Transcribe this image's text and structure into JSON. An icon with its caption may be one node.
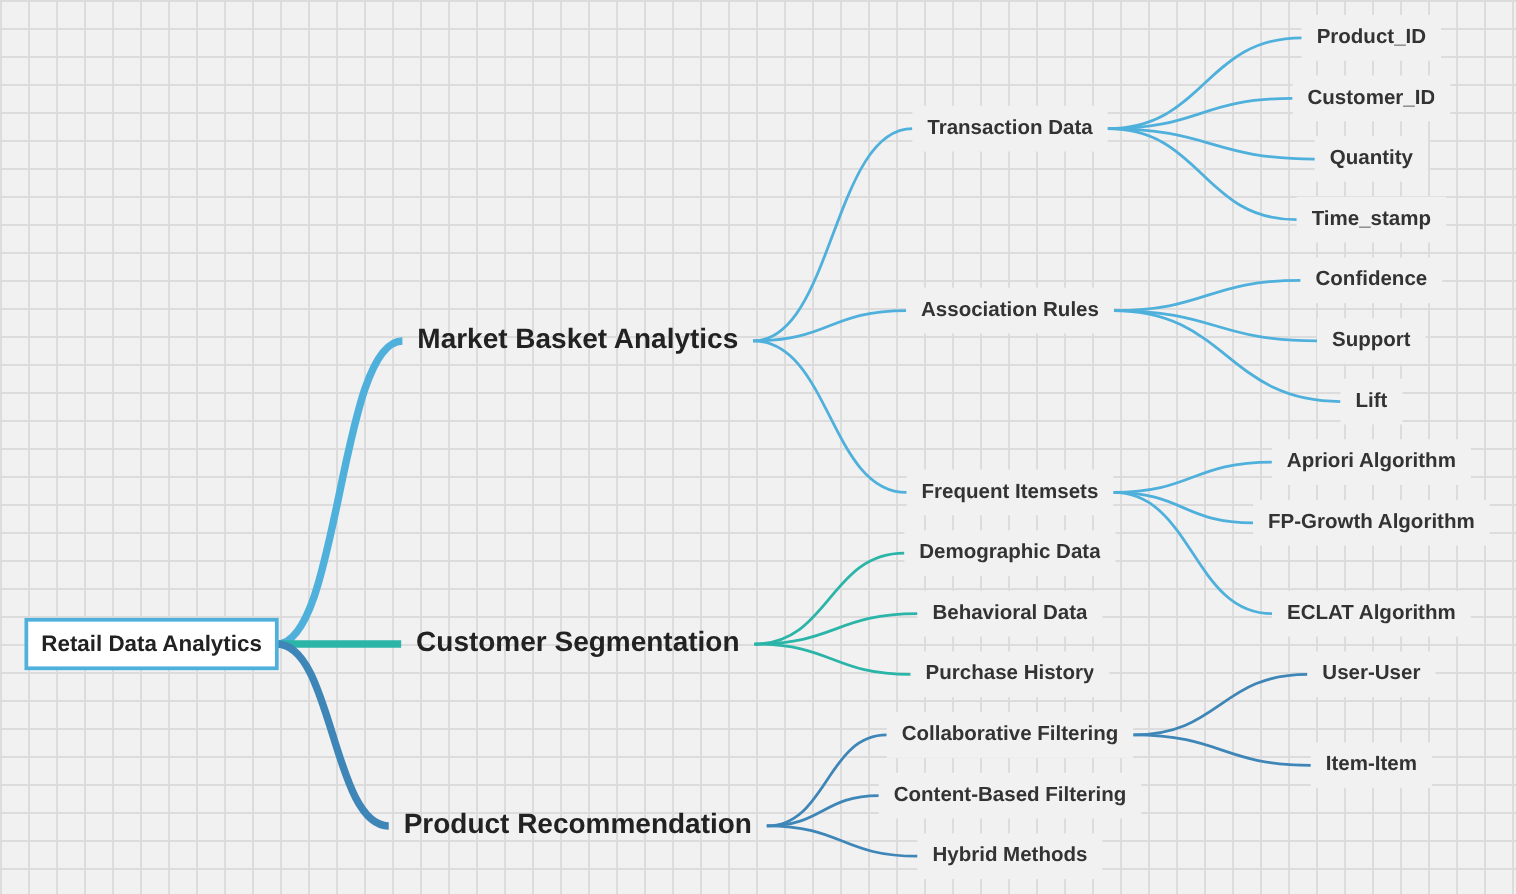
{
  "diagram": {
    "nodes": [
      {
        "text": [
          "Retail Data Analytics"
        ]
      },
      {
        "text": [
          "Market Basket Analytics"
        ]
      },
      {
        "text": [
          "Transaction Data"
        ]
      },
      {
        "text": [
          "Product_ID"
        ]
      },
      {
        "text": [
          "Customer_ID"
        ]
      },
      {
        "text": [
          "Quantity"
        ]
      },
      {
        "text": [
          "Time_stamp"
        ]
      },
      {
        "text": [
          "Association Rules"
        ]
      },
      {
        "text": [
          "Confidence"
        ]
      },
      {
        "text": [
          "Support"
        ]
      },
      {
        "text": [
          "Lift"
        ]
      },
      {
        "text": [
          "Frequent Itemsets"
        ]
      },
      {
        "text": [
          "Apriori Algorithm"
        ]
      },
      {
        "text": [
          "FP-Growth Algorithm"
        ]
      },
      {
        "text": [
          "ECLAT Algorithm"
        ]
      },
      {
        "text": [
          "Customer Segmentation"
        ]
      },
      {
        "text": [
          "Demographic Data"
        ]
      },
      {
        "text": [
          "Behavioral Data"
        ]
      },
      {
        "text": [
          "Purchase History"
        ]
      },
      {
        "text": [
          "Product Recommendation"
        ]
      },
      {
        "text": [
          "Collaborative Filtering"
        ]
      },
      {
        "text": [
          "User-User"
        ]
      },
      {
        "text": [
          "Item-Item"
        ]
      },
      {
        "text": [
          "Content-Based Filtering"
        ]
      },
      {
        "text": [
          "Hybrid Methods"
        ]
      }
    ],
    "edges": [
      {
        "from": 0,
        "to": 1,
        "arrow": "none",
        "style": "thick"
      },
      {
        "from": 1,
        "to": 2,
        "arrow": "none"
      },
      {
        "from": 2,
        "to": 3,
        "arrow": "none"
      },
      {
        "from": 2,
        "to": 4,
        "arrow": "none"
      },
      {
        "from": 2,
        "to": 5,
        "arrow": "none"
      },
      {
        "from": 2,
        "to": 6,
        "arrow": "none"
      },
      {
        "from": 1,
        "to": 7,
        "arrow": "none"
      },
      {
        "from": 7,
        "to": 8,
        "arrow": "none"
      },
      {
        "from": 7,
        "to": 9,
        "arrow": "none"
      },
      {
        "from": 7,
        "to": 10,
        "arrow": "none"
      },
      {
        "from": 1,
        "to": 11,
        "arrow": "none"
      },
      {
        "from": 11,
        "to": 12,
        "arrow": "none"
      },
      {
        "from": 11,
        "to": 13,
        "arrow": "none"
      },
      {
        "from": 11,
        "to": 14,
        "arrow": "none"
      },
      {
        "from": 0,
        "to": 15,
        "arrow": "none",
        "style": "thick",
        "color": "#2bb5a8"
      },
      {
        "from": 15,
        "to": 16,
        "arrow": "none",
        "color": "#2bb5a8"
      },
      {
        "from": 15,
        "to": 17,
        "arrow": "none",
        "color": "#2bb5a8"
      },
      {
        "from": 15,
        "to": 18,
        "arrow": "none",
        "color": "#2bb5a8"
      },
      {
        "from": 0,
        "to": 19,
        "arrow": "none",
        "style": "thick",
        "color": "#3f86b8"
      },
      {
        "from": 19,
        "to": 20,
        "arrow": "none",
        "color": "#3f86b8"
      },
      {
        "from": 20,
        "to": 21,
        "arrow": "none",
        "color": "#3f86b8"
      },
      {
        "from": 20,
        "to": 22,
        "arrow": "none",
        "color": "#3f86b8"
      },
      {
        "from": 19,
        "to": 23,
        "arrow": "none",
        "color": "#3f86b8"
      },
      {
        "from": 19,
        "to": 24,
        "arrow": "none",
        "color": "#3f86b8"
      }
    ]
  }
}
